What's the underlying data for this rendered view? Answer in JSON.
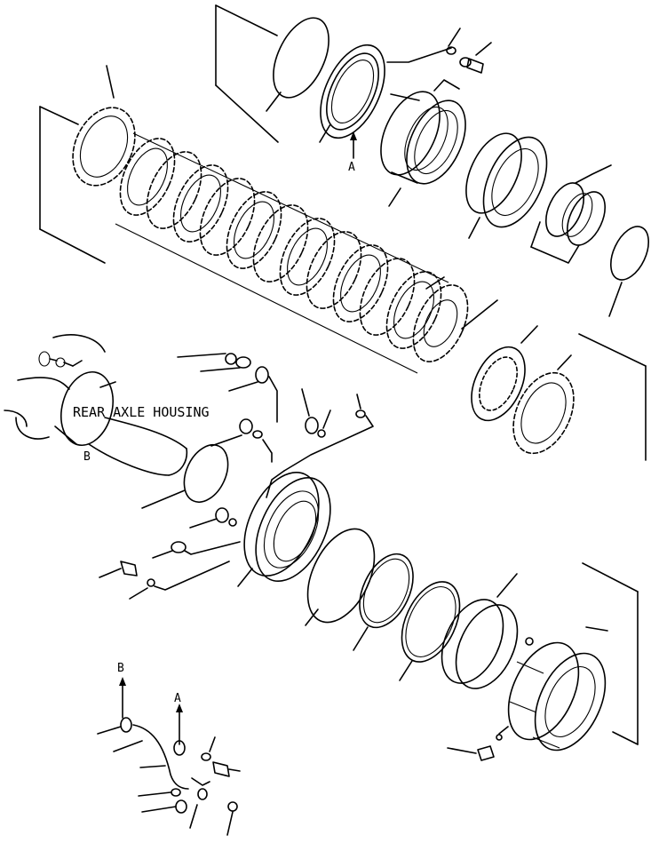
{
  "diagram": {
    "housing_label": "REAR AXLE HOUSING",
    "ref_a_upper": "A",
    "ref_b_housing": "B",
    "ref_b_tube": "B",
    "ref_a_tube": "A"
  }
}
